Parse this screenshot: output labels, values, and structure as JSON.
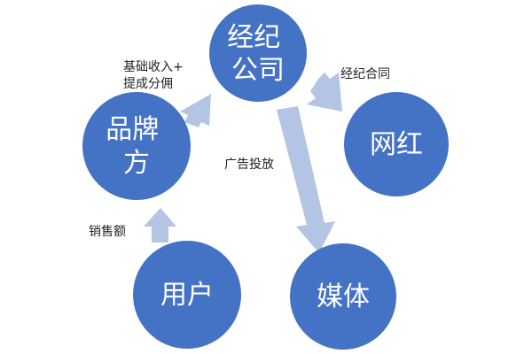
{
  "colors": {
    "node_fill": "#4472c4",
    "arrow_fill": "#b4c4e4",
    "text_dark": "#222222",
    "text_light": "#ffffff"
  },
  "nodes": {
    "agency": {
      "lines": [
        "经纪",
        "公司"
      ]
    },
    "influencer": {
      "lines": [
        "网红"
      ]
    },
    "media": {
      "lines": [
        "媒体"
      ]
    },
    "user": {
      "lines": [
        "用户"
      ]
    },
    "brand": {
      "lines": [
        "品牌",
        "方"
      ]
    }
  },
  "edges": {
    "brand_to_agency": {
      "lines": [
        "基础收入+",
        "提成分佣"
      ]
    },
    "agency_to_influencer": {
      "lines": [
        "经纪合同"
      ]
    },
    "agency_to_media": {
      "lines": [
        "广告投放"
      ]
    },
    "user_to_brand": {
      "lines": [
        "销售额"
      ]
    }
  }
}
